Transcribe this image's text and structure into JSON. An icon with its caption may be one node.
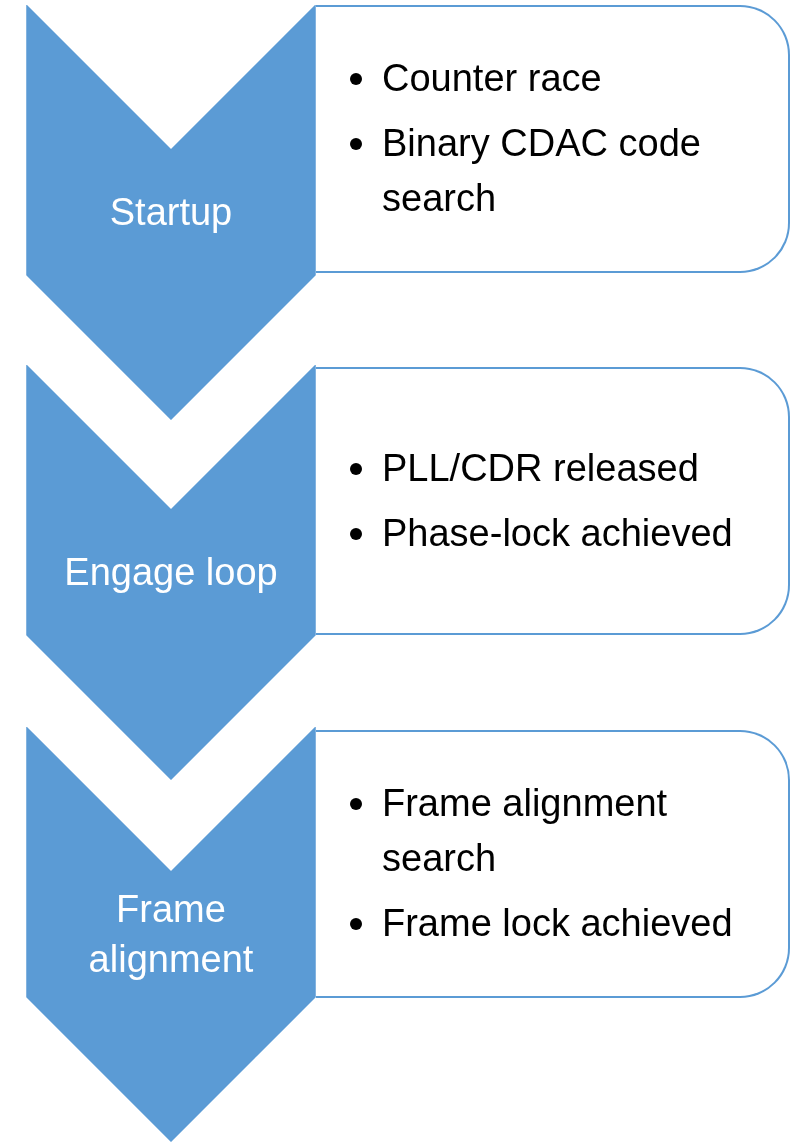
{
  "diagram": {
    "nodes": [
      {
        "text": [
          "Startup"
        ]
      },
      {
        "text": [
          "Counter race",
          "Binary CDAC code search"
        ]
      },
      {
        "text": [
          "Engage loop"
        ]
      },
      {
        "text": [
          "PLL/CDR released",
          "Phase-lock achieved"
        ]
      },
      {
        "text": [
          "Frame alignment"
        ]
      },
      {
        "text": [
          "Frame alignment search",
          "Frame lock achieved"
        ]
      }
    ]
  }
}
